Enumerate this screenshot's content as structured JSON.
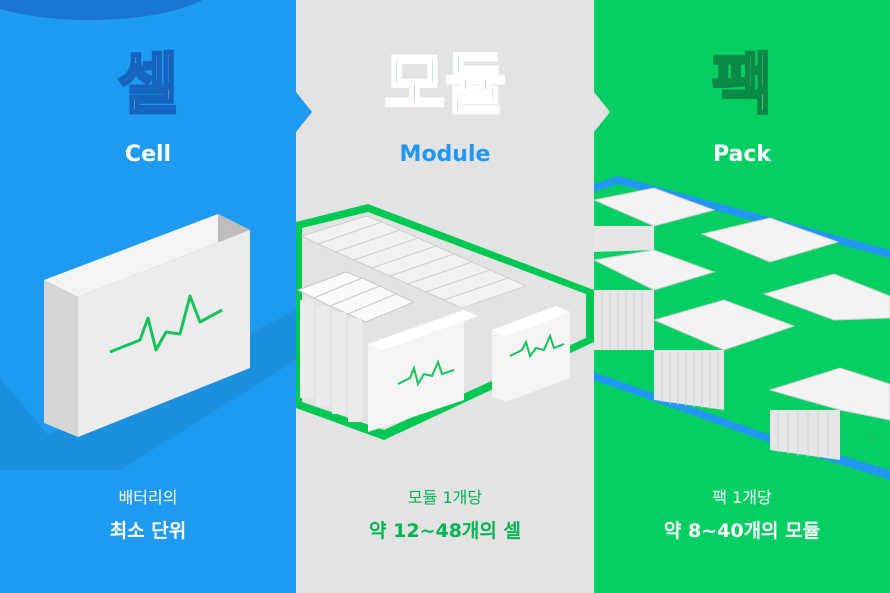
{
  "panels": [
    {
      "title_ko": "셀",
      "title_en": "Cell",
      "desc_line1": "배터리의",
      "desc_line2": "최소 단위"
    },
    {
      "title_ko": "모듈",
      "title_en": "Module",
      "desc_line1": "모듈 1개당",
      "desc_line2": "약 12~48개의 셀"
    },
    {
      "title_ko": "팩",
      "title_en": "Pack",
      "desc_line1": "팩 1개당",
      "desc_line2": "약 8~40개의 모듈"
    }
  ],
  "colors": {
    "cell_bg": "#1e9bf0",
    "module_bg": "#e3e3e3",
    "pack_bg": "#05cf63",
    "accent_green": "#00c853",
    "accent_blue": "#2196f3"
  },
  "icons": [
    "heartbeat-icon",
    "chevron-right-icon"
  ]
}
